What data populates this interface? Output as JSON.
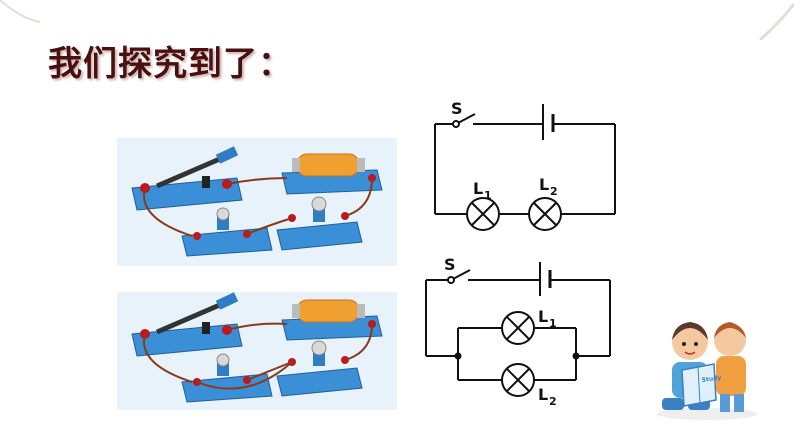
{
  "slide": {
    "title": "我们探究到了：",
    "series_diagram": {
      "switch_label": "S",
      "lamp1_label": "L",
      "lamp1_sub": "1",
      "lamp2_label": "L",
      "lamp2_sub": "2"
    },
    "parallel_diagram": {
      "switch_label": "S",
      "lamp1_label": "L",
      "lamp1_sub": "1",
      "lamp2_label": "L",
      "lamp2_sub": "2"
    },
    "illustration": {
      "book_text": "Study"
    }
  }
}
